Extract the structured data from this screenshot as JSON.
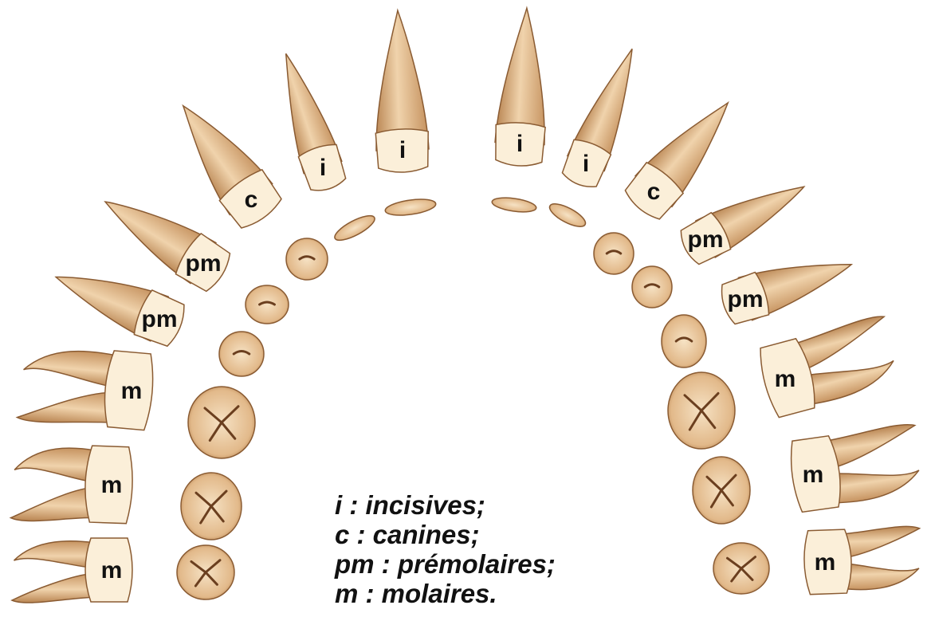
{
  "colors": {
    "tooth_fill": "#e9c9a1",
    "tooth_shade": "#b98552",
    "crown_light": "#fbefd9",
    "outline": "#8a5b32",
    "groove": "#6b3f1f"
  },
  "teeth_left": [
    {
      "label": "i",
      "type": "incisor",
      "icon": "incisor-tooth-icon"
    },
    {
      "label": "i",
      "type": "incisor",
      "icon": "incisor-tooth-icon"
    },
    {
      "label": "c",
      "type": "canine",
      "icon": "canine-tooth-icon"
    },
    {
      "label": "pm",
      "type": "premolar",
      "icon": "premolar-tooth-icon"
    },
    {
      "label": "pm",
      "type": "premolar",
      "icon": "premolar-tooth-icon"
    },
    {
      "label": "m",
      "type": "molar",
      "icon": "molar-tooth-icon"
    },
    {
      "label": "m",
      "type": "molar",
      "icon": "molar-tooth-icon"
    },
    {
      "label": "m",
      "type": "molar",
      "icon": "molar-tooth-icon"
    }
  ],
  "teeth_right": [
    {
      "label": "i",
      "type": "incisor",
      "icon": "incisor-tooth-icon"
    },
    {
      "label": "i",
      "type": "incisor",
      "icon": "incisor-tooth-icon"
    },
    {
      "label": "c",
      "type": "canine",
      "icon": "canine-tooth-icon"
    },
    {
      "label": "pm",
      "type": "premolar",
      "icon": "premolar-tooth-icon"
    },
    {
      "label": "pm",
      "type": "premolar",
      "icon": "premolar-tooth-icon"
    },
    {
      "label": "m",
      "type": "molar",
      "icon": "molar-tooth-icon"
    },
    {
      "label": "m",
      "type": "molar",
      "icon": "molar-tooth-icon"
    },
    {
      "label": "m",
      "type": "molar",
      "icon": "molar-tooth-icon"
    }
  ],
  "legend": {
    "line1": "i : incisives;",
    "line2": "c : canines;",
    "line3": "pm : prémolaires;",
    "line4": "m : molaires."
  }
}
